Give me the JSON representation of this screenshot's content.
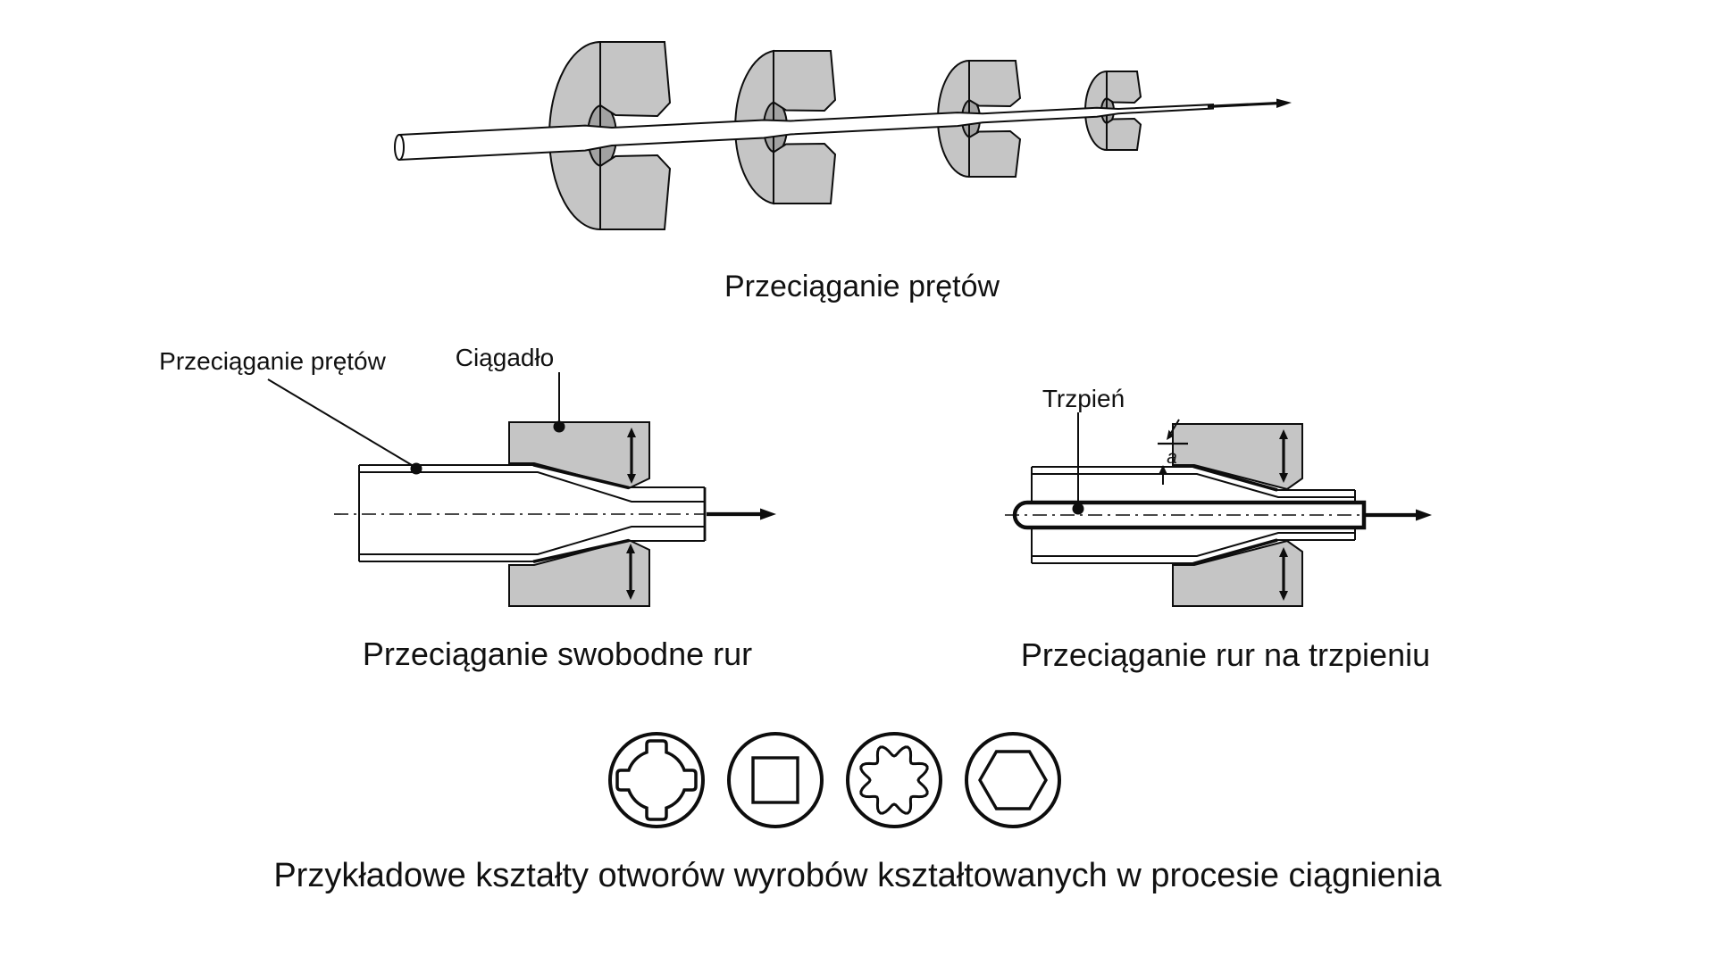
{
  "figures": {
    "rod_drawing": {
      "caption": "Przeciąganie prętów",
      "description": "rod drawn through four successively smaller dies"
    },
    "tube_free": {
      "caption": "Przeciąganie swobodne rur",
      "label_tube": "Przeciąganie prętów",
      "label_die": "Ciągadło"
    },
    "tube_mandrel": {
      "caption": "Przeciąganie rur na trzpieniu",
      "label_mandrel": "Trzpień",
      "label_wall_thickness": "a"
    },
    "hole_shapes": {
      "caption": "Przykładowe kształty otworów wyrobów kształtowanych w procesie ciągnienia",
      "shapes": [
        "keyed-circle",
        "square",
        "splined",
        "hexagon"
      ]
    }
  },
  "colors": {
    "background": "#ffffff",
    "die_fill": "#c5c5c5",
    "die_hole_fill": "#a2a2a2",
    "line": "#0d0d0d"
  }
}
